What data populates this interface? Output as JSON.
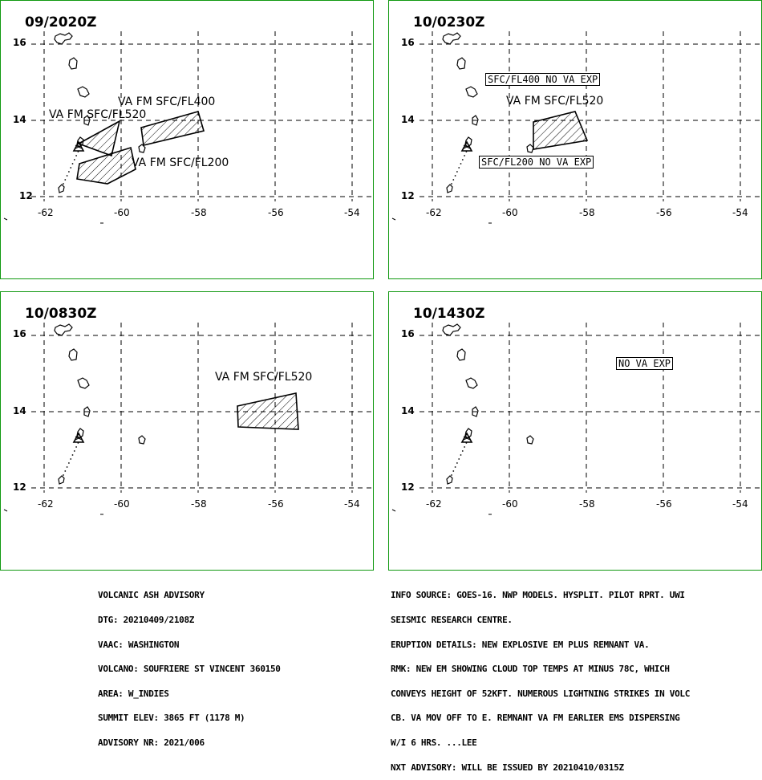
{
  "colors": {
    "frame": "#119911",
    "grid": "#000000",
    "ash": "#000000"
  },
  "axes": {
    "lat_ticks": [
      "16",
      "14",
      "12"
    ],
    "lon_ticks": [
      "-62",
      "-60",
      "-58",
      "-56",
      "-54"
    ]
  },
  "panels": [
    {
      "title": "09/2020Z",
      "labels": [
        "VA FM SFC/FL400",
        "VA FM SFC/FL520",
        "VA FM SFC/FL200"
      ],
      "boxes": []
    },
    {
      "title": "10/0230Z",
      "labels": [
        "VA FM SFC/FL520"
      ],
      "boxes": [
        "SFC/FL400 NO VA EXP",
        "SFC/FL200 NO VA EXP"
      ]
    },
    {
      "title": "10/0830Z",
      "labels": [
        "VA FM SFC/FL520"
      ],
      "boxes": []
    },
    {
      "title": "10/1430Z",
      "labels": [],
      "boxes": [
        "NO VA EXP"
      ]
    }
  ],
  "advisory": {
    "left_lines": [
      "VOLCANIC ASH ADVISORY",
      "DTG: 20210409/2108Z",
      "VAAC: WASHINGTON",
      "VOLCANO: SOUFRIERE ST VINCENT 360150",
      "AREA: W_INDIES",
      "SUMMIT ELEV: 3865 FT (1178 M)",
      "ADVISORY NR: 2021/006"
    ],
    "right_lines": [
      "INFO SOURCE: GOES-16. NWP MODELS. HYSPLIT. PILOT RPRT. UWI",
      "SEISMIC RESEARCH CENTRE.",
      "ERUPTION DETAILS: NEW EXPLOSIVE EM PLUS REMNANT VA.",
      "RMK: NEW EM SHOWING CLOUD TOP TEMPS AT MINUS 78C, WHICH",
      "CONVEYS HEIGHT OF 52KFT. NUMEROUS LIGHTNING STRIKES IN VOLC",
      "CB. VA MOV OFF TO E. REMNANT VA FM EARLIER EMS DISPERSING",
      "W/I 6 HRS. ...LEE",
      "NXT ADVISORY: WILL BE ISSUED BY 20210410/0315Z"
    ]
  }
}
